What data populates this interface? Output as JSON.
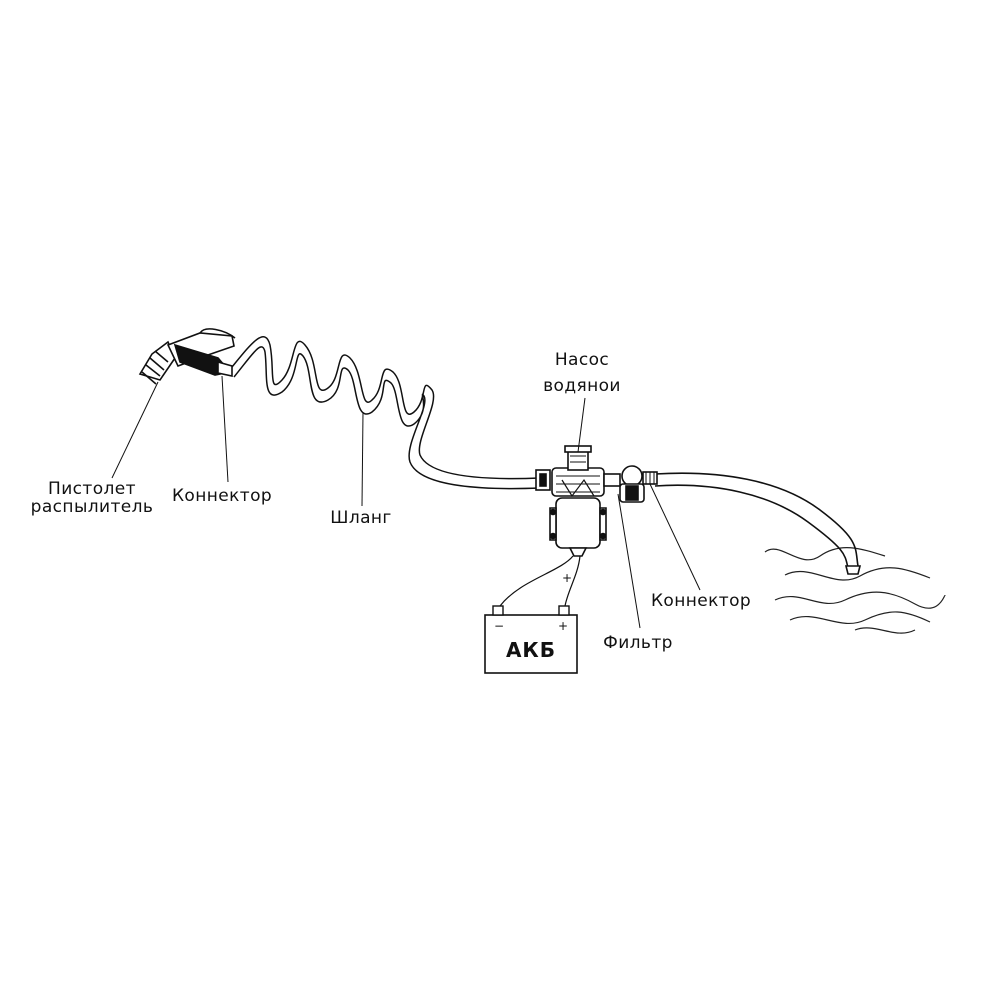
{
  "labels": {
    "gun_line1": "Пистолет",
    "gun_line2": "распылитель",
    "connector_left": "Коннектор",
    "hose": "Шланг",
    "pump_line1": "Насос",
    "pump_line2": "водянои",
    "connector_right": "Коннектор",
    "filter": "Фильтр"
  },
  "battery": {
    "label": "АКБ",
    "minus": "−",
    "plus": "+"
  },
  "pump_wire_plus": "+",
  "colors": {
    "line": "#111111",
    "background": "#ffffff"
  }
}
